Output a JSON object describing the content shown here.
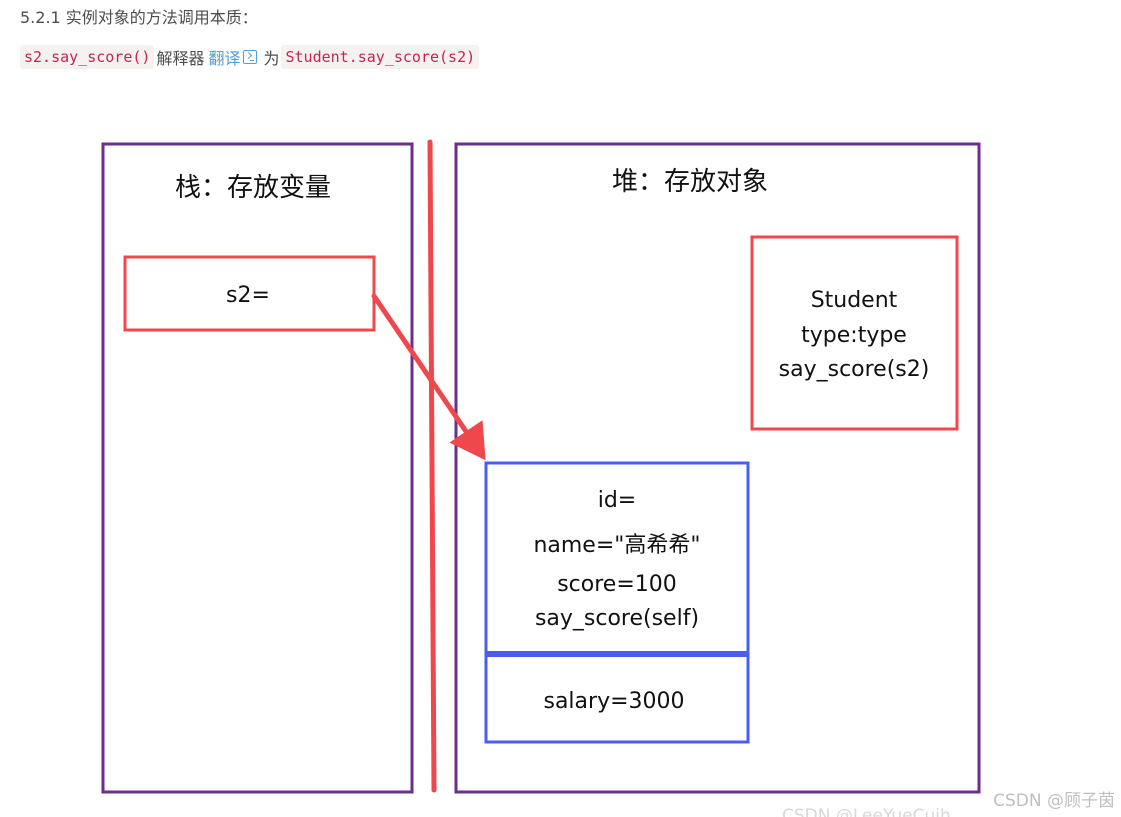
{
  "heading": "5.2.1 实例对象的方法调用本质：",
  "description": {
    "code_call": "s2.say_score()",
    "text_interpreter": "解释器",
    "link_translate": "翻译",
    "text_as": "为",
    "code_result": "Student.say_score(s2)"
  },
  "diagram": {
    "stack_title": "栈：存放变量",
    "heap_title": "堆：存放对象",
    "stack_var": "s2=",
    "class_box": {
      "line1": "Student",
      "line2": "type:type",
      "line3": "say_score(s2)"
    },
    "instance_box": {
      "line1": "id=",
      "line2": "name=\"高希希\"",
      "line3": "score=100",
      "line4": "say_score(self)"
    },
    "salary_box": "salary=3000",
    "colors": {
      "frame": "#6a2f8c",
      "red": "#f0474c",
      "blue": "#4b5cf0"
    }
  },
  "watermark": "CSDN @顾子茵",
  "watermark_cut": "CSDN @LeeYueCuih"
}
